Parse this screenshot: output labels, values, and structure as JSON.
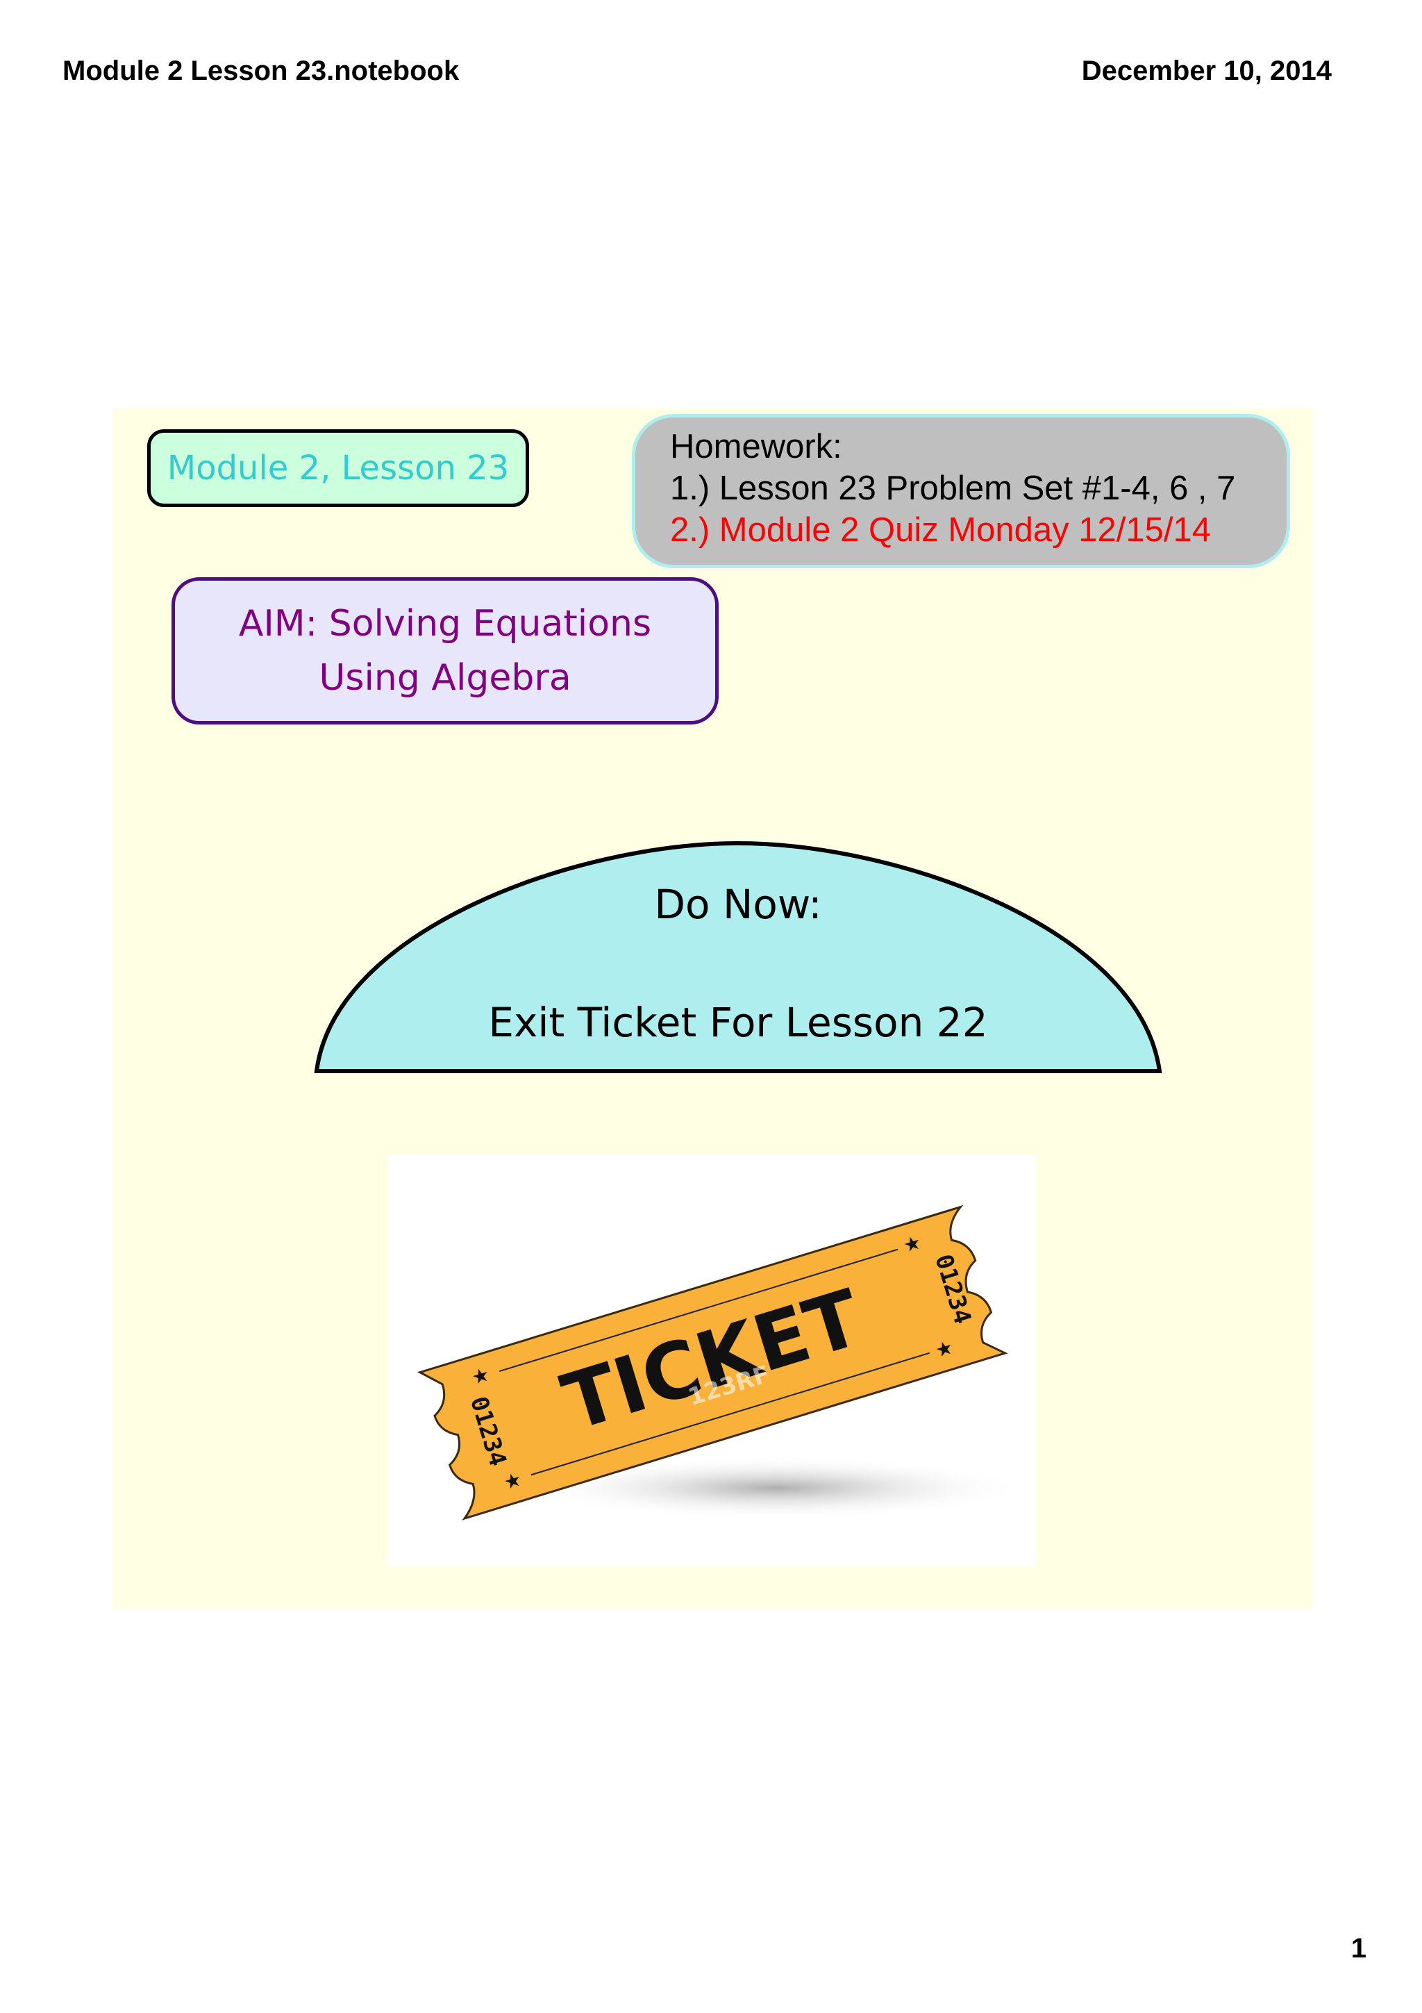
{
  "header": {
    "filename": "Module 2 Lesson 23.notebook",
    "date": "December 10, 2014"
  },
  "page_number": "1",
  "slide": {
    "module_label": "Module 2, Lesson 23",
    "homework": {
      "title": "Homework:",
      "item1": "1.)  Lesson 23 Problem Set #1-4, 6 , 7",
      "item2": "2.)  Module 2 Quiz Monday 12/15/14"
    },
    "aim": {
      "line1": "AIM:  Solving Equations",
      "line2": "Using Algebra"
    },
    "do_now": {
      "line1": "Do Now:",
      "line2": "Exit Ticket For Lesson 22"
    },
    "ticket_image": {
      "word": "TICKET",
      "number": "01234",
      "watermark": "123RF"
    }
  },
  "colors": {
    "slide_bg": "#ffffe4",
    "module_text": "#33cccc",
    "aim_text": "#800080",
    "dome_fill": "#afeeee",
    "ticket_fill": "#f9b13a",
    "homework_red": "#ff0000"
  }
}
